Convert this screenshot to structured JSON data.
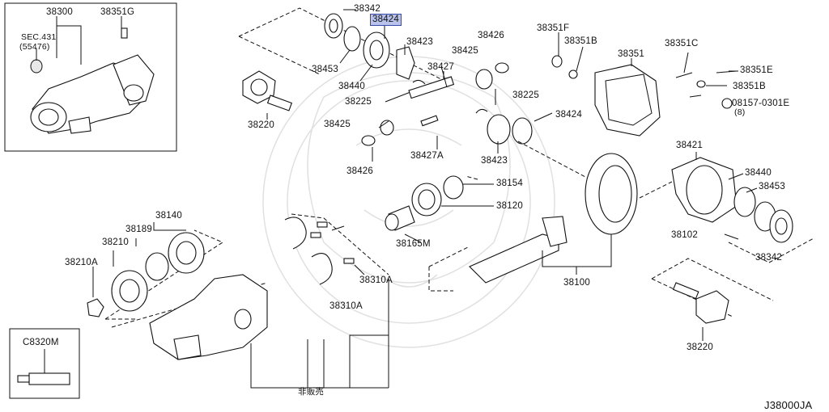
{
  "diagram": {
    "id_code": "J38000JA",
    "not_for_sale": "非販売",
    "highlight_color": "#b9c2ea",
    "parts": [
      {
        "key": "p38300",
        "label": "38300"
      },
      {
        "key": "p38351G",
        "label": "38351G"
      },
      {
        "key": "pSEC431",
        "label": "SEC.431"
      },
      {
        "key": "p55476",
        "label": "(55476)"
      },
      {
        "key": "p38342a",
        "label": "38342"
      },
      {
        "key": "p38424a",
        "label": "38424",
        "highlighted": true
      },
      {
        "key": "p38423a",
        "label": "38423"
      },
      {
        "key": "p38453a",
        "label": "38453"
      },
      {
        "key": "p38440a",
        "label": "38440"
      },
      {
        "key": "p38225a",
        "label": "38225"
      },
      {
        "key": "p38426a",
        "label": "38426"
      },
      {
        "key": "p38425a",
        "label": "38425"
      },
      {
        "key": "p38427",
        "label": "38427"
      },
      {
        "key": "p38220a",
        "label": "38220"
      },
      {
        "key": "p38425b",
        "label": "38425"
      },
      {
        "key": "p38426b",
        "label": "38426"
      },
      {
        "key": "p38427A",
        "label": "38427A"
      },
      {
        "key": "p38225b",
        "label": "38225"
      },
      {
        "key": "p38424b",
        "label": "38424"
      },
      {
        "key": "p38423b",
        "label": "38423"
      },
      {
        "key": "p38351F",
        "label": "38351F"
      },
      {
        "key": "p38351Ba",
        "label": "38351B"
      },
      {
        "key": "p38351C",
        "label": "38351C"
      },
      {
        "key": "p38351",
        "label": "38351"
      },
      {
        "key": "p38351E",
        "label": "38351E"
      },
      {
        "key": "p38351Bb",
        "label": "38351B"
      },
      {
        "key": "p08157",
        "label": "08157-0301E"
      },
      {
        "key": "p8",
        "label": "(8)"
      },
      {
        "key": "p38421",
        "label": "38421"
      },
      {
        "key": "p38440b",
        "label": "38440"
      },
      {
        "key": "p38453b",
        "label": "38453"
      },
      {
        "key": "p38102",
        "label": "38102"
      },
      {
        "key": "p38342b",
        "label": "38342"
      },
      {
        "key": "p38220b",
        "label": "38220"
      },
      {
        "key": "p38154",
        "label": "38154"
      },
      {
        "key": "p38120",
        "label": "38120"
      },
      {
        "key": "p38165M",
        "label": "38165M"
      },
      {
        "key": "p38100",
        "label": "38100"
      },
      {
        "key": "p38140",
        "label": "38140"
      },
      {
        "key": "p38189",
        "label": "38189"
      },
      {
        "key": "p38210",
        "label": "38210"
      },
      {
        "key": "p38210A",
        "label": "38210A"
      },
      {
        "key": "p38310Aa",
        "label": "38310A"
      },
      {
        "key": "p38310Ab",
        "label": "38310A"
      },
      {
        "key": "pC8320M",
        "label": "C8320M"
      }
    ]
  }
}
